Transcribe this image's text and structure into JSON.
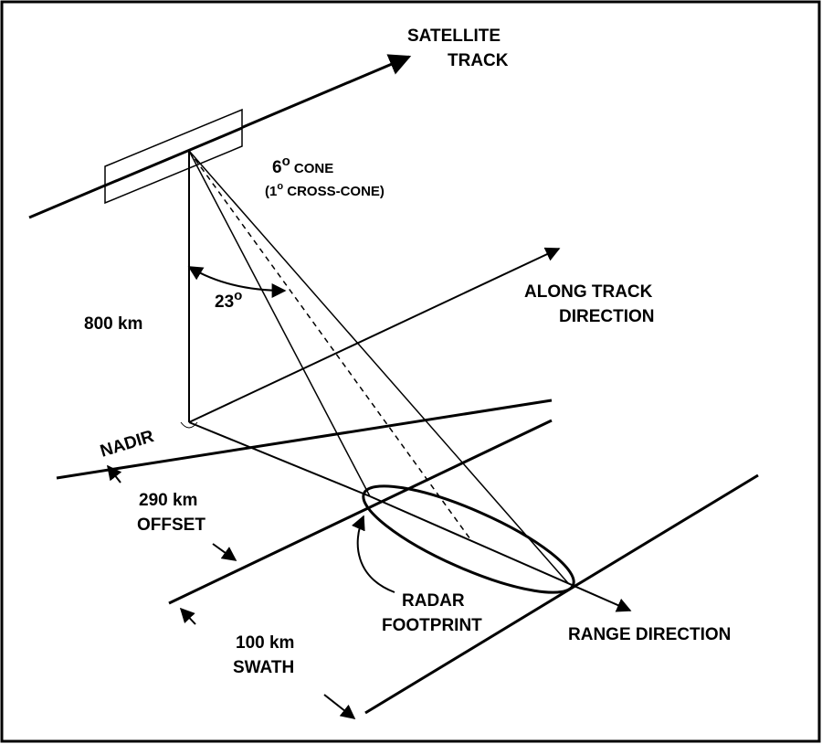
{
  "labels": {
    "satellite_track": [
      "SATELLITE",
      "TRACK"
    ],
    "cone_line1": [
      "6",
      "o",
      " CONE"
    ],
    "cone_line2": [
      "(1",
      "o",
      " CROSS-CONE)"
    ],
    "angle": [
      "23",
      "o"
    ],
    "height": "800 km",
    "along_track": [
      "ALONG TRACK",
      "DIRECTION"
    ],
    "nadir": "NADIR",
    "offset": [
      "290 km",
      "OFFSET"
    ],
    "radar_footprint": [
      "RADAR",
      "FOOTPRINT"
    ],
    "range_direction": "RANGE DIRECTION",
    "swath": [
      "100 km",
      "SWATH"
    ]
  }
}
